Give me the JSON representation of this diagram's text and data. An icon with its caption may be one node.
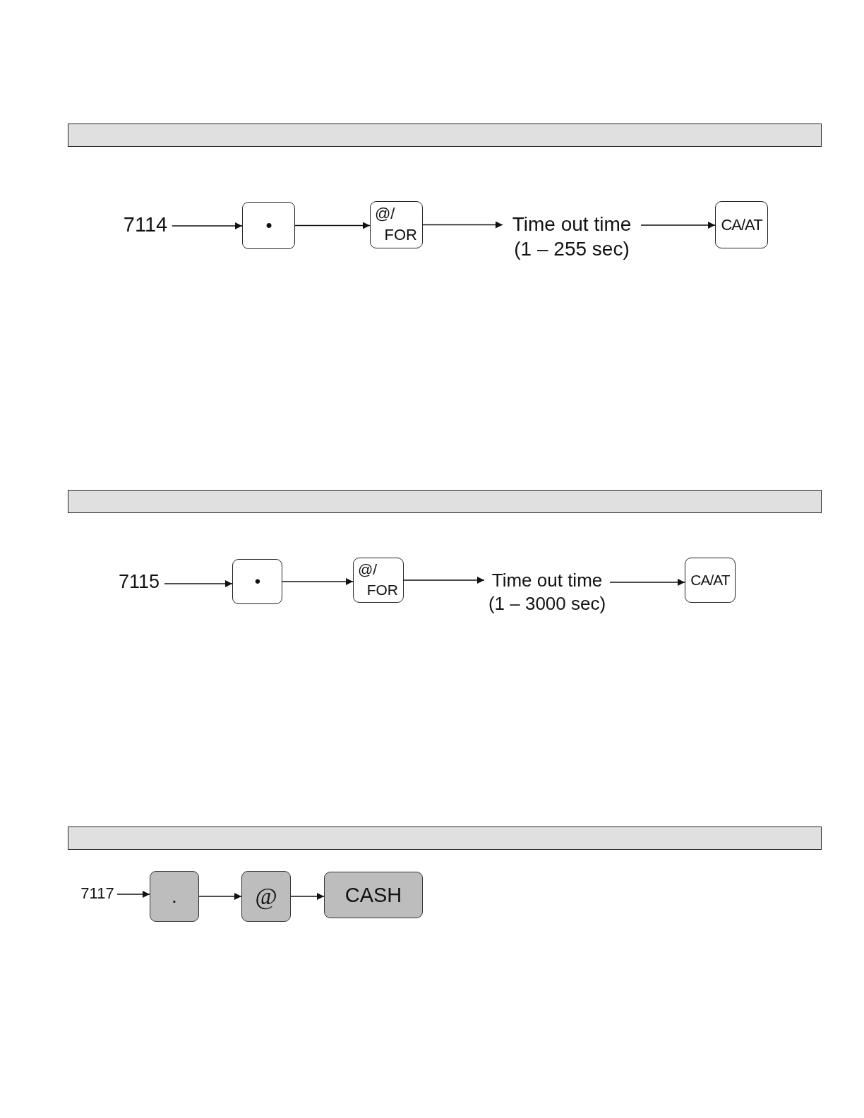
{
  "diagram": {
    "nodes": [
      {
        "text": [
          "7114"
        ]
      },
      {
        "text": [
          "•"
        ]
      },
      {
        "text": [
          "@/",
          "FOR"
        ]
      },
      {
        "text": [
          "Time out time (1 – 255 sec)"
        ]
      },
      {
        "text": [
          "CA/AT"
        ]
      },
      {
        "text": [
          "7115"
        ]
      },
      {
        "text": [
          "•"
        ]
      },
      {
        "text": [
          "@/",
          "FOR"
        ]
      },
      {
        "text": [
          "Time out time (1 – 3000 sec)"
        ]
      },
      {
        "text": [
          "CA/AT"
        ]
      },
      {
        "text": [
          "7117"
        ]
      },
      {
        "text": [
          "."
        ]
      },
      {
        "text": [
          "@"
        ]
      },
      {
        "text": [
          "CASH"
        ]
      }
    ],
    "edges": [
      {
        "from": 0,
        "to": 1,
        "arrow": "to"
      },
      {
        "from": 1,
        "to": 2,
        "arrow": "to"
      },
      {
        "from": 2,
        "to": 3,
        "arrow": "to"
      },
      {
        "from": 3,
        "to": 4,
        "arrow": "to"
      },
      {
        "from": 5,
        "to": 6,
        "arrow": "to"
      },
      {
        "from": 6,
        "to": 7,
        "arrow": "to"
      },
      {
        "from": 7,
        "to": 8,
        "arrow": "to"
      },
      {
        "from": 8,
        "to": 9,
        "arrow": "to"
      },
      {
        "from": 10,
        "to": 11,
        "arrow": "to"
      },
      {
        "from": 11,
        "to": 12,
        "arrow": "to"
      },
      {
        "from": 12,
        "to": 13,
        "arrow": "to"
      }
    ]
  }
}
